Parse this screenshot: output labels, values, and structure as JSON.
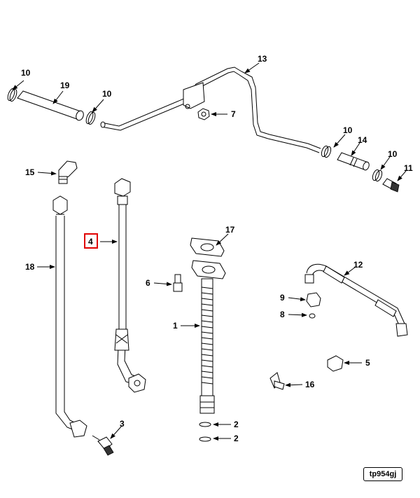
{
  "figure_id": "tp954gj",
  "highlight_color": "#e00000",
  "highlighted_callout": "4",
  "callouts": {
    "c10a": "10",
    "c19": "19",
    "c10b": "10",
    "c13": "13",
    "c7": "7",
    "c10c": "10",
    "c14": "14",
    "c10d": "10",
    "c11": "11",
    "c15": "15",
    "c18": "18",
    "c4": "4",
    "c3": "3",
    "c17": "17",
    "c6": "6",
    "c1": "1",
    "c2a": "2",
    "c2b": "2",
    "c12": "12",
    "c9": "9",
    "c8": "8",
    "c5": "5",
    "c16": "16"
  }
}
